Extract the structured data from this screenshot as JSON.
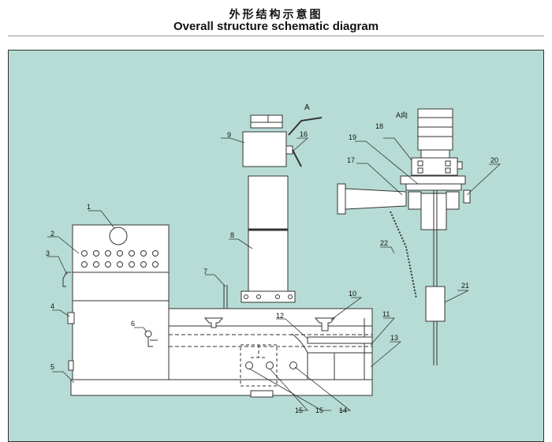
{
  "title_zh": "外形结构示意图",
  "title_en": "Overall structure schematic diagram",
  "colors": {
    "panel": "#b7dcd5",
    "line": "#333333",
    "fill": "#ffffff"
  },
  "view_labels": {
    "a": "A",
    "a_view": "A向"
  },
  "parts": [
    "1",
    "2",
    "3",
    "4",
    "5",
    "6",
    "7",
    "8",
    "9",
    "10",
    "11",
    "12",
    "13",
    "14",
    "15",
    "15",
    "16",
    "17",
    "18",
    "19",
    "20",
    "21",
    "22"
  ]
}
